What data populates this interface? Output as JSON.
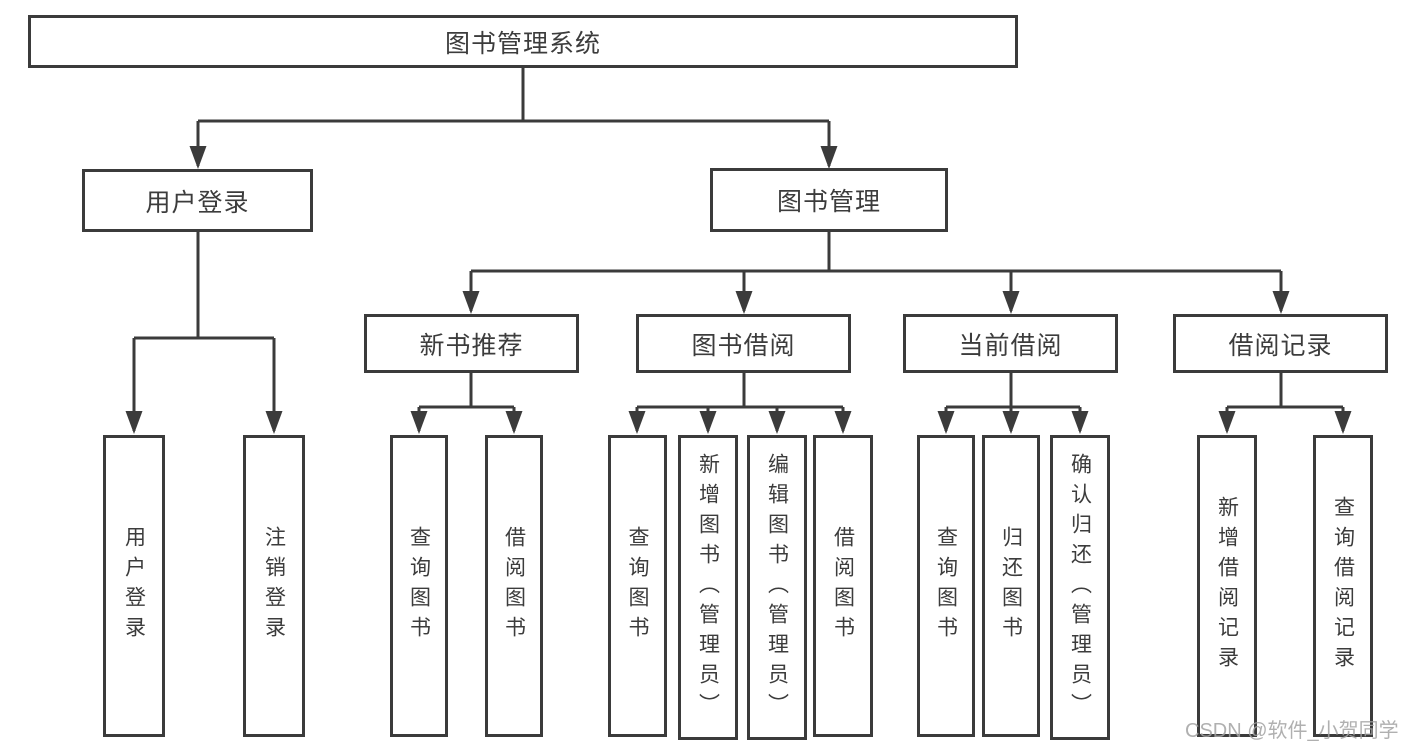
{
  "meta": {
    "colors": {
      "line": "#3b3b3b",
      "text": "#3c3c3c",
      "background": "#ffffff",
      "watermark": "#a3a3a3"
    }
  },
  "diagram": {
    "root": {
      "label": "图书管理系统"
    },
    "branches": [
      {
        "label": "用户登录",
        "children": [
          {
            "label": "用户登录"
          },
          {
            "label": "注销登录"
          }
        ]
      },
      {
        "label": "图书管理",
        "children": [
          {
            "label": "新书推荐",
            "children": [
              {
                "label": "查询图书"
              },
              {
                "label": "借阅图书"
              }
            ]
          },
          {
            "label": "图书借阅",
            "children": [
              {
                "label": "查询图书"
              },
              {
                "label": "新增图书（管理员）"
              },
              {
                "label": "编辑图书（管理员）"
              },
              {
                "label": "借阅图书"
              }
            ]
          },
          {
            "label": "当前借阅",
            "children": [
              {
                "label": "查询图书"
              },
              {
                "label": "归还图书"
              },
              {
                "label": "确认归还（管理员）"
              }
            ]
          },
          {
            "label": "借阅记录",
            "children": [
              {
                "label": "新增借阅记录"
              },
              {
                "label": "查询借阅记录"
              }
            ]
          }
        ]
      }
    ]
  },
  "watermark": {
    "text": "CSDN @软件_小贺同学"
  }
}
